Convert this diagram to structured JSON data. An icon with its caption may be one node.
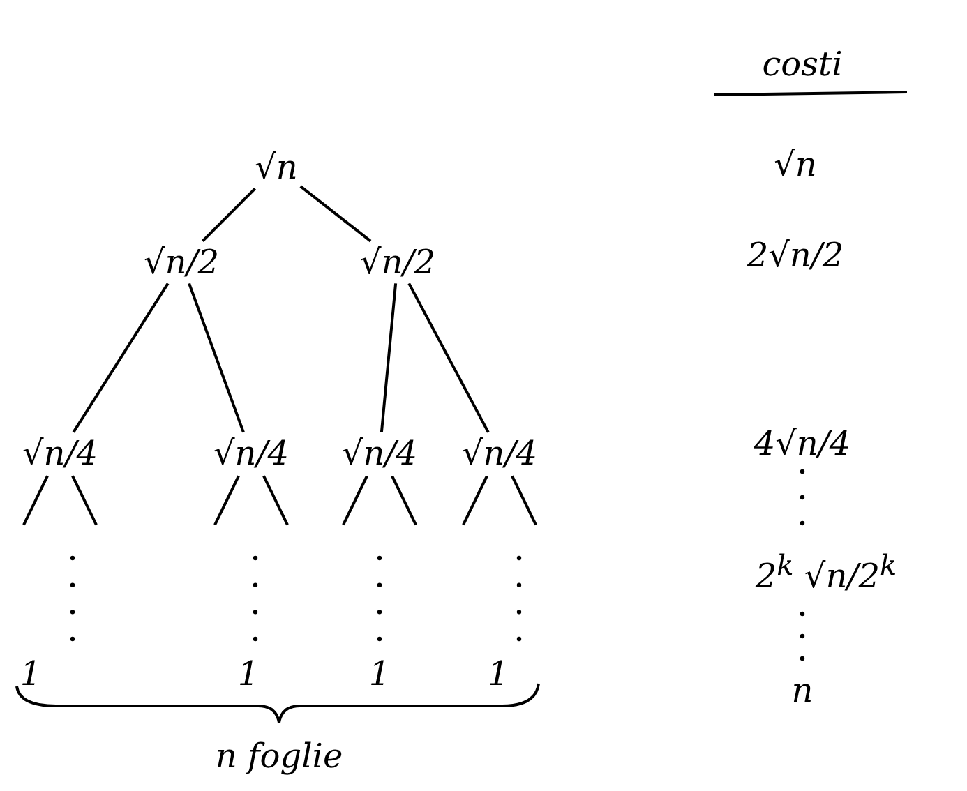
{
  "diagram": {
    "nodes": [
      {
        "text": [
          "√n"
        ]
      },
      {
        "text": [
          "√n/2"
        ]
      },
      {
        "text": [
          "√n/2"
        ]
      },
      {
        "text": [
          "√n/4"
        ]
      },
      {
        "text": [
          "√n/4"
        ]
      },
      {
        "text": [
          "√n/4"
        ]
      },
      {
        "text": [
          "√n/4"
        ]
      }
    ],
    "edges": [
      {
        "from": 0,
        "to": 1,
        "arrow": "none"
      },
      {
        "from": 0,
        "to": 2,
        "arrow": "none"
      },
      {
        "from": 1,
        "to": 3,
        "arrow": "none"
      },
      {
        "from": 1,
        "to": 4,
        "arrow": "none"
      },
      {
        "from": 2,
        "to": 5,
        "arrow": "none"
      },
      {
        "from": 2,
        "to": 6,
        "arrow": "none"
      },
      {
        "from": 3,
        "to": null,
        "arrow": "none"
      },
      {
        "from": 3,
        "to": null,
        "arrow": "none"
      },
      {
        "from": 4,
        "to": null,
        "arrow": "none"
      },
      {
        "from": 4,
        "to": null,
        "arrow": "none"
      },
      {
        "from": 5,
        "to": null,
        "arrow": "none"
      },
      {
        "from": 5,
        "to": null,
        "arrow": "none"
      },
      {
        "from": 6,
        "to": null,
        "arrow": "none"
      },
      {
        "from": 6,
        "to": null,
        "arrow": "none"
      }
    ],
    "labels": [
      "costi",
      "√n",
      "2√n/2",
      "4√n/4",
      "2$^{k}$ √n/2$^{k}$",
      "n",
      "1",
      "1",
      "1",
      "1",
      "n foglie"
    ]
  }
}
